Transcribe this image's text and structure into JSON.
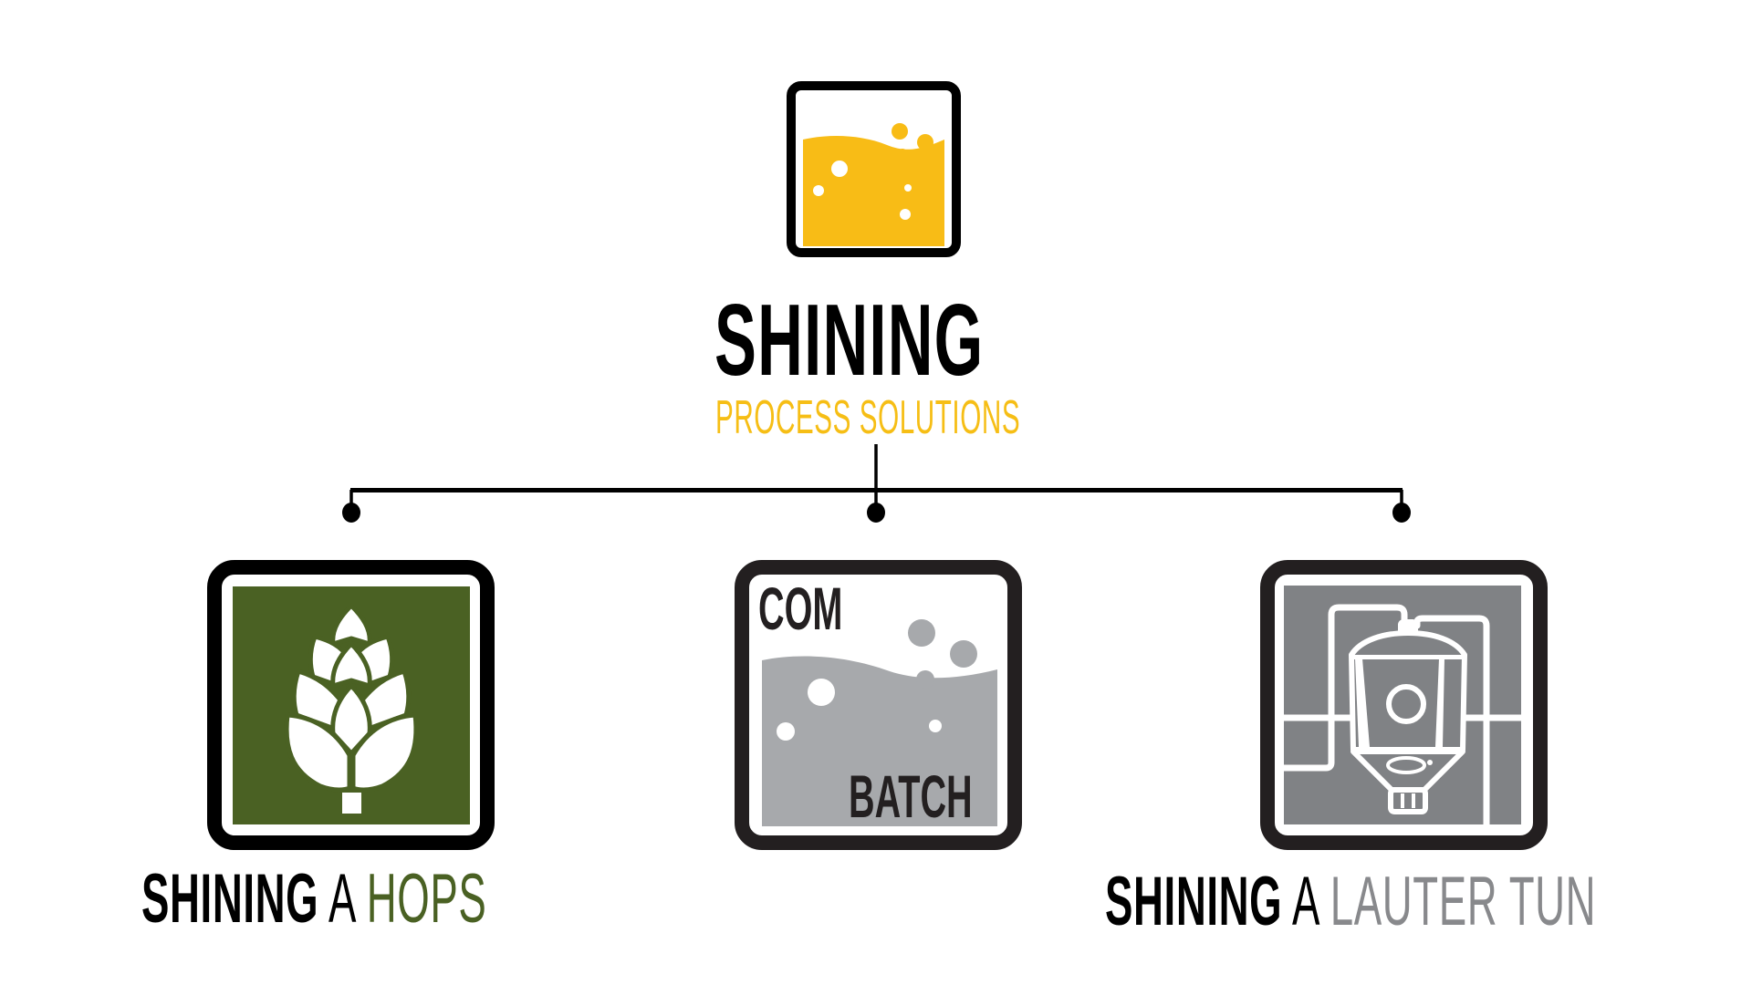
{
  "parent": {
    "icon": "beer-glass-icon",
    "title": "SHINING",
    "subtitle": "PROCESS SOLUTIONS",
    "colors": {
      "title": "#000000",
      "subtitle": "#f6be15",
      "icon_fill": "#f8bc16",
      "icon_border": "#000000"
    }
  },
  "connector": {
    "color": "#000000",
    "branches": 3
  },
  "children": [
    {
      "id": "hops",
      "icon": "hop-cone-icon",
      "label_prefix": "SHINING",
      "label_mid": "A",
      "label_suffix": "HOPS",
      "colors": {
        "tile_fill": "#4a6123",
        "tile_border": "#000000",
        "suffix": "#4a6123"
      }
    },
    {
      "id": "combatch",
      "icon": "liquid-bubbles-icon",
      "tile_text_top": "COM",
      "tile_text_bottom": "BATCH",
      "colors": {
        "tile_fill": "#a7a9ac",
        "tile_border": "#231f20",
        "text": "#231f20"
      }
    },
    {
      "id": "lauter-tun",
      "icon": "lauter-tun-vessel-icon",
      "label_prefix": "SHINING",
      "label_mid": "A",
      "label_suffix": "LAUTER TUN",
      "colors": {
        "tile_fill": "#808285",
        "tile_border": "#231f20",
        "suffix": "#88898c"
      }
    }
  ]
}
